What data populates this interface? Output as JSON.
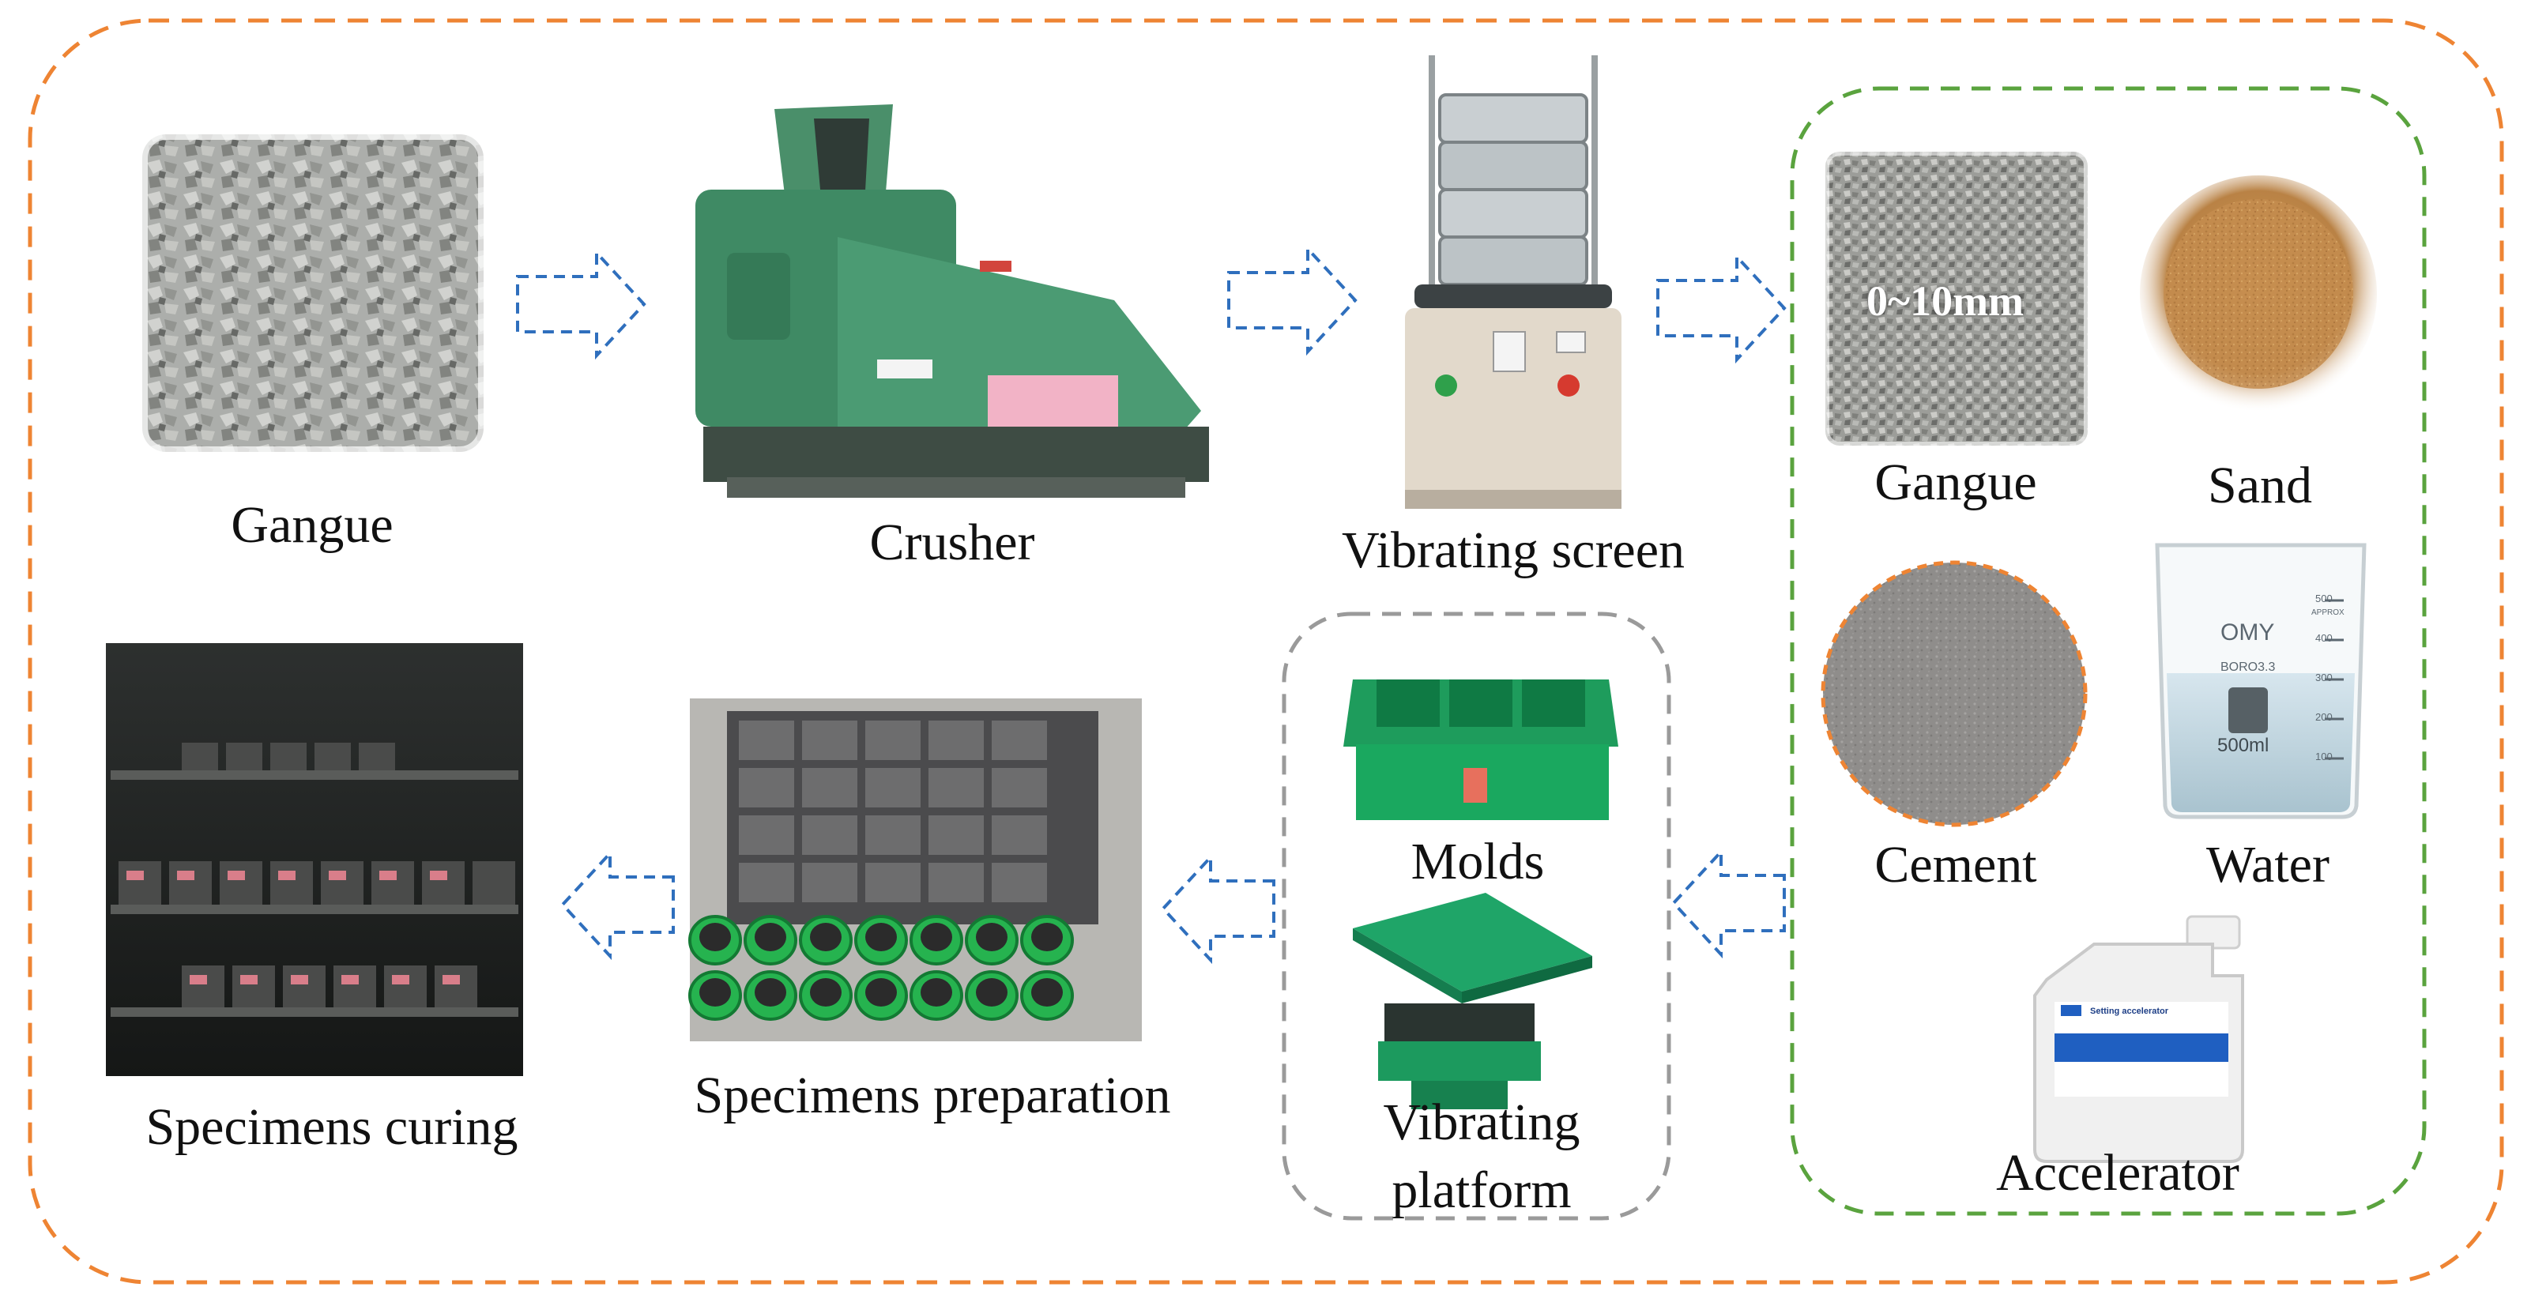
{
  "diagram": {
    "labels": {
      "gangue_raw": "Gangue",
      "crusher": "Crusher",
      "vibrating_screen": "Vibrating screen",
      "gangue_screened": "Gangue",
      "sand": "Sand",
      "cement": "Cement",
      "water": "Water",
      "accelerator": "Accelerator",
      "molds": "Molds",
      "vibrating_platform_line1": "Vibrating",
      "vibrating_platform_line2": "platform",
      "specimens_preparation": "Specimens preparation",
      "specimens_curing": "Specimens curing"
    },
    "annotations": {
      "gangue_size": "0~10mm",
      "beaker_brand": "OMY",
      "beaker_volume": "500ml",
      "beaker_glass": "BORO3.3",
      "beaker_approx": "APPROX",
      "beaker_scale": [
        "500",
        "400",
        "300",
        "200",
        "100"
      ],
      "jug_label": "Setting accelerator"
    },
    "colors": {
      "outer_border": "#ee8433",
      "materials_border": "#5aa33e",
      "equipment_border": "#9a9a9a",
      "arrow": "#2f6fbd",
      "cement_ring": "#ee8433"
    }
  }
}
